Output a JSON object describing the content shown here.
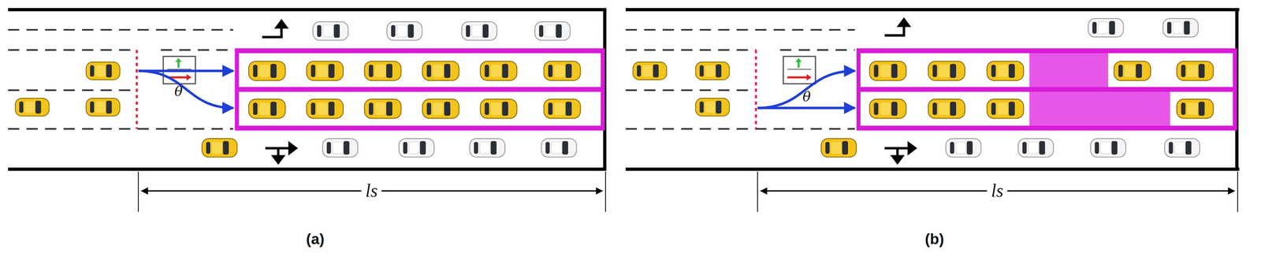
{
  "diagram": {
    "labels": [
      "θ",
      "ls",
      "(a)",
      "θ",
      "ls",
      "(b)"
    ]
  }
}
